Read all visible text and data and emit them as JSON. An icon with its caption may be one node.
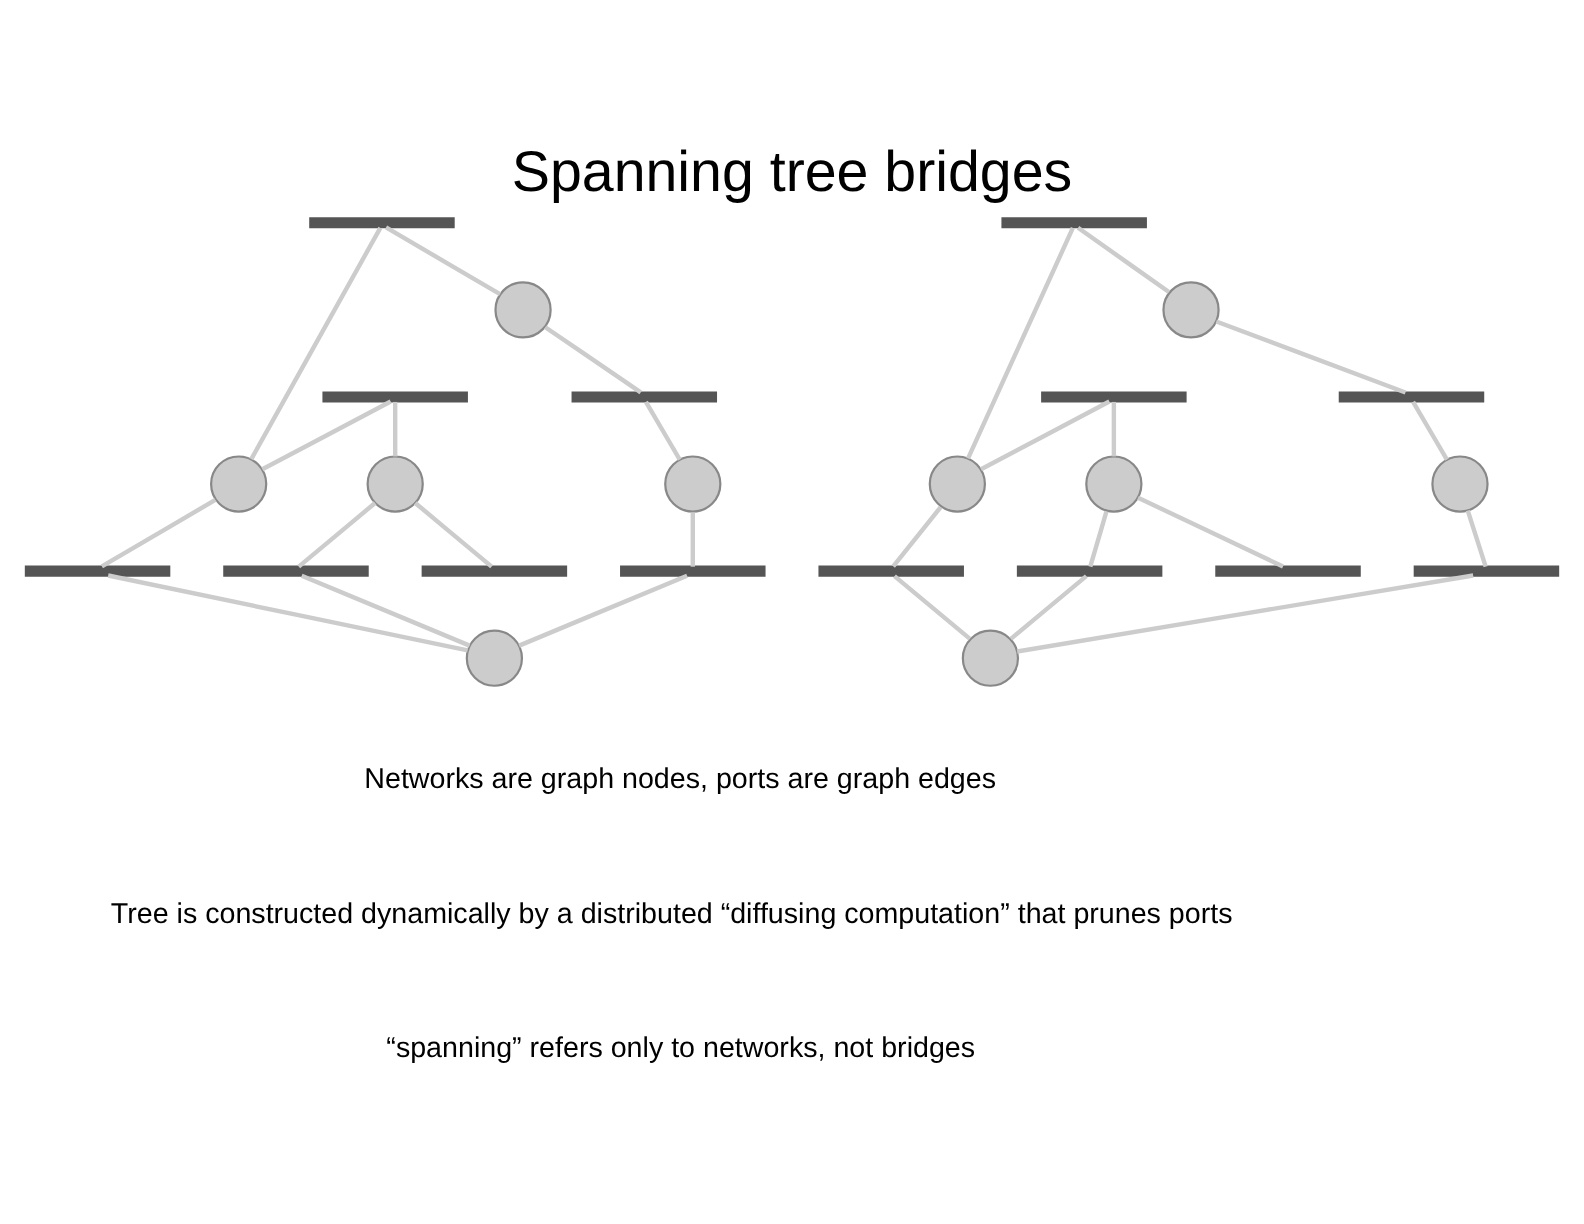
{
  "diagram": {
    "title": "Spanning tree bridges",
    "nodes": [
      {
        "text": [],
        "shape": "bar"
      },
      {
        "text": [],
        "shape": "bar"
      },
      {
        "text": [],
        "shape": "circle"
      },
      {
        "text": [],
        "shape": "circle"
      },
      {
        "text": [],
        "shape": "circle"
      },
      {
        "text": [],
        "shape": "bar"
      },
      {
        "text": [],
        "shape": "bar"
      },
      {
        "text": [],
        "shape": "bar"
      },
      {
        "text": [],
        "shape": "circle"
      },
      {
        "text": [],
        "shape": "bar"
      },
      {
        "text": [],
        "shape": "bar"
      },
      {
        "text": [],
        "shape": "circle"
      },
      {
        "text": [],
        "shape": "bar"
      },
      {
        "text": [],
        "shape": "bar"
      },
      {
        "text": [],
        "shape": "circle"
      },
      {
        "text": [],
        "shape": "circle"
      },
      {
        "text": [],
        "shape": "circle"
      },
      {
        "text": [],
        "shape": "bar"
      },
      {
        "text": [],
        "shape": "bar"
      },
      {
        "text": [],
        "shape": "bar"
      },
      {
        "text": [],
        "shape": "circle"
      },
      {
        "text": [],
        "shape": "bar"
      },
      {
        "text": [],
        "shape": "bar"
      },
      {
        "text": [],
        "shape": "circle"
      }
    ],
    "edges": [
      {
        "from": 0,
        "to": 2,
        "arrow": "none"
      },
      {
        "from": 2,
        "to": 6,
        "arrow": "none"
      },
      {
        "from": 0,
        "to": 3,
        "arrow": "none"
      },
      {
        "from": 1,
        "to": 3,
        "arrow": "none"
      },
      {
        "from": 3,
        "to": 7,
        "arrow": "none"
      },
      {
        "from": 1,
        "to": 4,
        "arrow": "none"
      },
      {
        "from": 4,
        "to": 5,
        "arrow": "none"
      },
      {
        "from": 4,
        "to": 9,
        "arrow": "none"
      },
      {
        "from": 6,
        "to": 8,
        "arrow": "none"
      },
      {
        "from": 8,
        "to": 10,
        "arrow": "none"
      },
      {
        "from": 10,
        "to": 11,
        "arrow": "none"
      },
      {
        "from": 7,
        "to": 11,
        "arrow": "none"
      },
      {
        "from": 9,
        "to": 11,
        "arrow": "none"
      },
      {
        "from": 12,
        "to": 14,
        "arrow": "none"
      },
      {
        "from": 14,
        "to": 18,
        "arrow": "none"
      },
      {
        "from": 12,
        "to": 15,
        "arrow": "none"
      },
      {
        "from": 13,
        "to": 15,
        "arrow": "none"
      },
      {
        "from": 15,
        "to": 19,
        "arrow": "none"
      },
      {
        "from": 13,
        "to": 16,
        "arrow": "none"
      },
      {
        "from": 16,
        "to": 17,
        "arrow": "none"
      },
      {
        "from": 16,
        "to": 21,
        "arrow": "none"
      },
      {
        "from": 18,
        "to": 20,
        "arrow": "none"
      },
      {
        "from": 20,
        "to": 22,
        "arrow": "none"
      },
      {
        "from": 22,
        "to": 23,
        "arrow": "none"
      },
      {
        "from": 19,
        "to": 23,
        "arrow": "none"
      },
      {
        "from": 21,
        "to": 23,
        "arrow": "none"
      }
    ],
    "labels": [
      "Networks are graph nodes, ports are graph edges",
      "Tree is constructed dynamically by a distributed “diffusing computation” that prunes ports",
      "“spanning” refers only to networks, not bridges"
    ]
  }
}
